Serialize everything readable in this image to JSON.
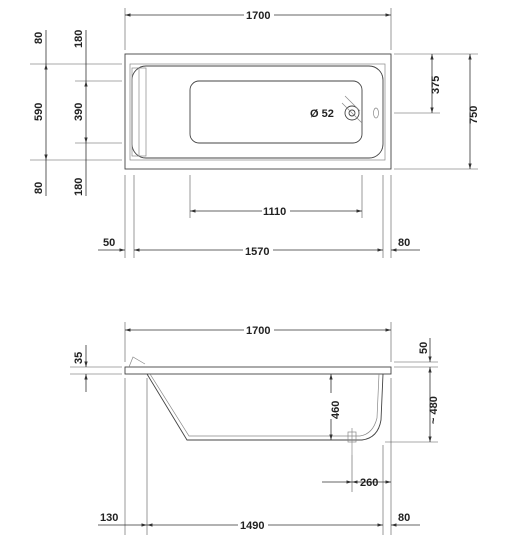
{
  "top_view": {
    "overall_length": "1700",
    "rim_top": "80",
    "rim_top_inner": "180",
    "basin_width": "590",
    "inner_width": "390",
    "rim_bottom": "80",
    "rim_bottom_inner": "180",
    "drain_offset": "375",
    "overall_width": "750",
    "drain_diameter": "Ø 52",
    "inner_length": "1110",
    "left_rim": "50",
    "basin_length": "1570",
    "right_rim": "80"
  },
  "side_view": {
    "overall_length": "1700",
    "rim_height": "35",
    "depth": "460",
    "top_offset": "50",
    "total_height": "~ 480",
    "drain_distance": "260",
    "left_offset": "130",
    "bottom_length": "1490",
    "right_offset": "80"
  }
}
